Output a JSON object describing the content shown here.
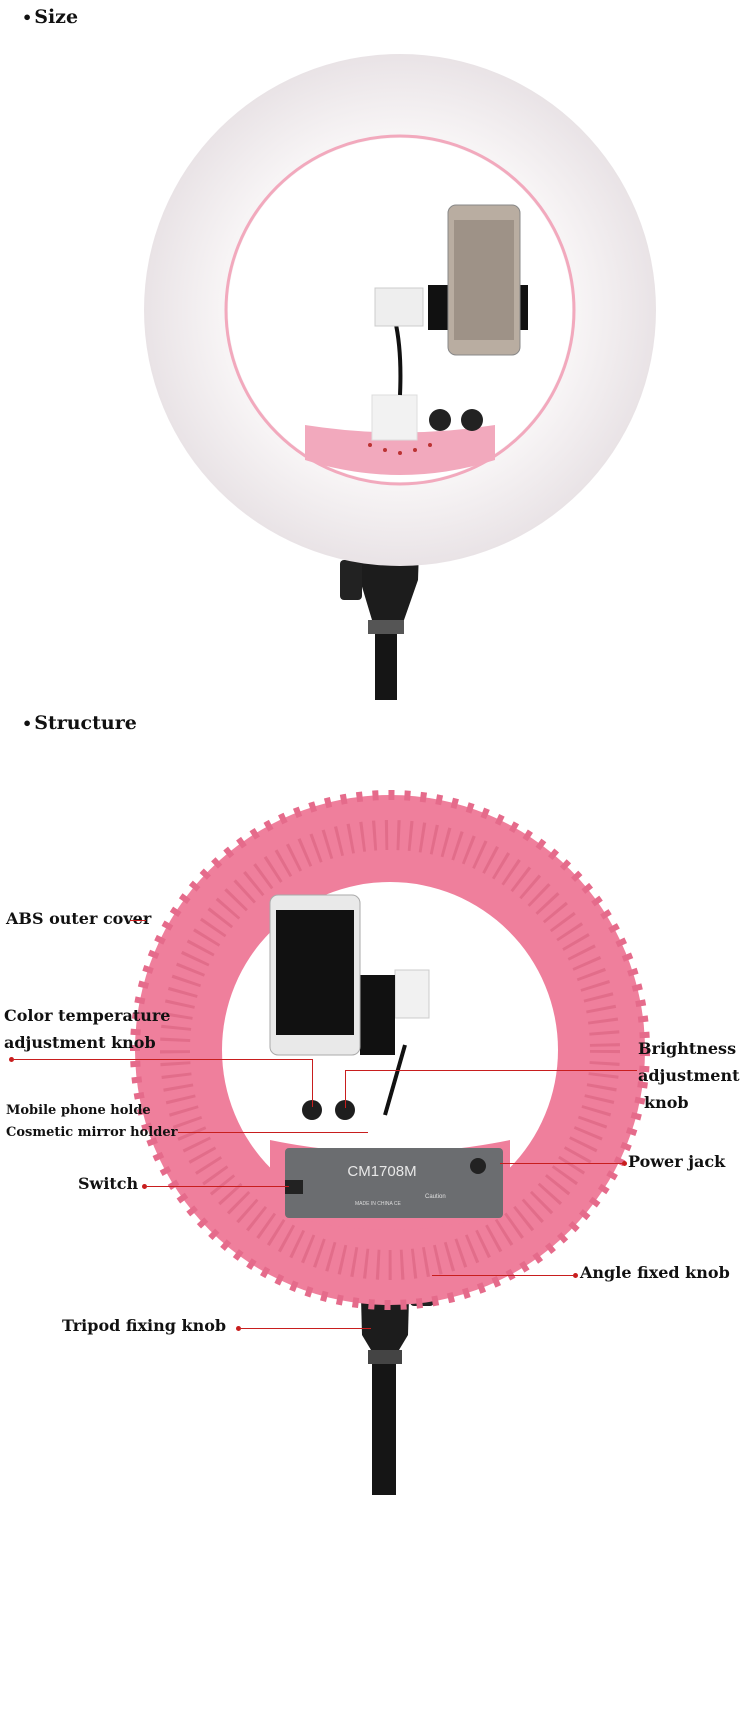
{
  "sections": {
    "size_title": "Size",
    "structure_title": "Structure"
  },
  "size_photo": {
    "ring_color": "#f2eef0",
    "accent_color": "#f2a9bd"
  },
  "structure_photo": {
    "ring_color": "#ef7f9c",
    "panel_color": "#6b6d70",
    "model_label": "CM1708M",
    "caution_label": "Caution",
    "made_label": "MADE IN CHINA  CE"
  },
  "labels": {
    "abs_outer_cover": "ABS outer cover",
    "color_temp_line1": "Color temperature",
    "color_temp_line2": "adjustment knob",
    "brightness_line1": "Brightness",
    "brightness_line2": "adjustment",
    "brightness_line3": "knob",
    "mobile_phone_holder": "Mobile phone holde",
    "cosmetic_mirror_holder": "Cosmetic mirror holder",
    "power_jack": "Power jack",
    "switch": "Switch",
    "angle_fixed_knob": "Angle fixed knob",
    "tripod_fixing_knob": "Tripod fixing knob"
  }
}
